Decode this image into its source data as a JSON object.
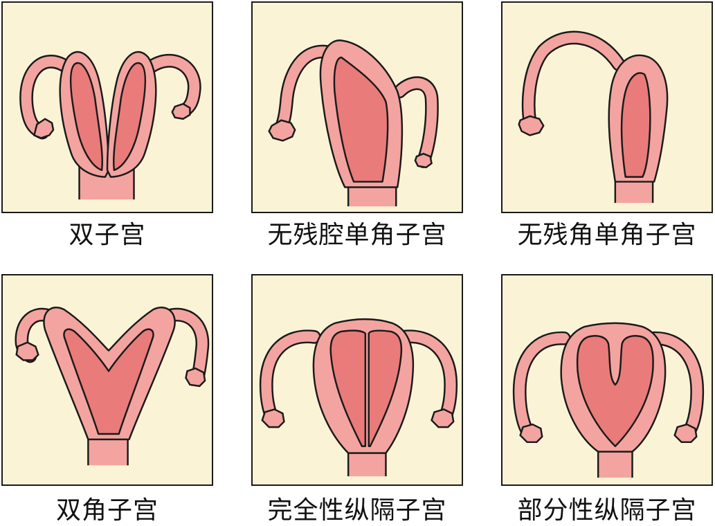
{
  "colors": {
    "panel_bg": "#fbf3d6",
    "uterus_wall": "#f3a4a0",
    "uterus_cavity": "#e97b7a",
    "outline": "#1a1a1a"
  },
  "panels": [
    {
      "id": "didelphys",
      "label": "双子宫"
    },
    {
      "id": "unicornuate-no-rudimentary-cavity",
      "label": "无残腔单角子宫"
    },
    {
      "id": "unicornuate-no-rudimentary-horn",
      "label": "无残角单角子宫"
    },
    {
      "id": "bicornuate",
      "label": "双角子宫"
    },
    {
      "id": "complete-septate",
      "label": "完全性纵隔子宫"
    },
    {
      "id": "partial-septate",
      "label": "部分性纵隔子宫"
    }
  ]
}
